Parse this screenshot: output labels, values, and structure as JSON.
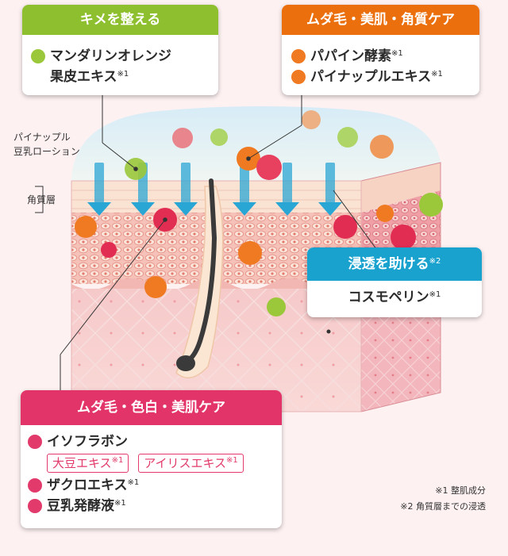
{
  "labels": {
    "lotion": "パイナップル\n豆乳ローション",
    "stratum": "角質層"
  },
  "cards": {
    "texture": {
      "title": "キメを整える",
      "items": [
        {
          "text": "マンダリンオレンジ",
          "text2": "果皮エキス",
          "note": "※1"
        }
      ]
    },
    "hair_skin_keratin": {
      "title": "ムダ毛・美肌・角質ケア",
      "items": [
        {
          "text": "パパイン酵素",
          "note": "※1"
        },
        {
          "text": "パイナップルエキス",
          "note": "※1"
        }
      ]
    },
    "penetration": {
      "title": "浸透を助ける",
      "title_note": "※2",
      "items": [
        {
          "text": "コスモペリン",
          "note": "※1"
        }
      ]
    },
    "hair_white_skin": {
      "title": "ムダ毛・色白・美肌ケア",
      "items": [
        {
          "text": "イソフラボン",
          "note": ""
        },
        {
          "text": "ザクロエキス",
          "note": "※1"
        },
        {
          "text": "豆乳発酵液",
          "note": "※1"
        }
      ],
      "tags": [
        {
          "text": "大豆エキス",
          "note": "※1"
        },
        {
          "text": "アイリスエキス",
          "note": "※1"
        }
      ]
    }
  },
  "footnotes": [
    "※1 整肌成分",
    "※2 角質層までの浸透"
  ],
  "colors": {
    "green": "#9bc83a",
    "orange": "#f07a22",
    "cyan": "#1aa7d4",
    "crimson": "#e23a6a",
    "green_head": "#8dbf2e",
    "orange_head": "#ec6f0d",
    "cyan_head": "#1aa2cf",
    "crimson_head": "#e23468"
  }
}
